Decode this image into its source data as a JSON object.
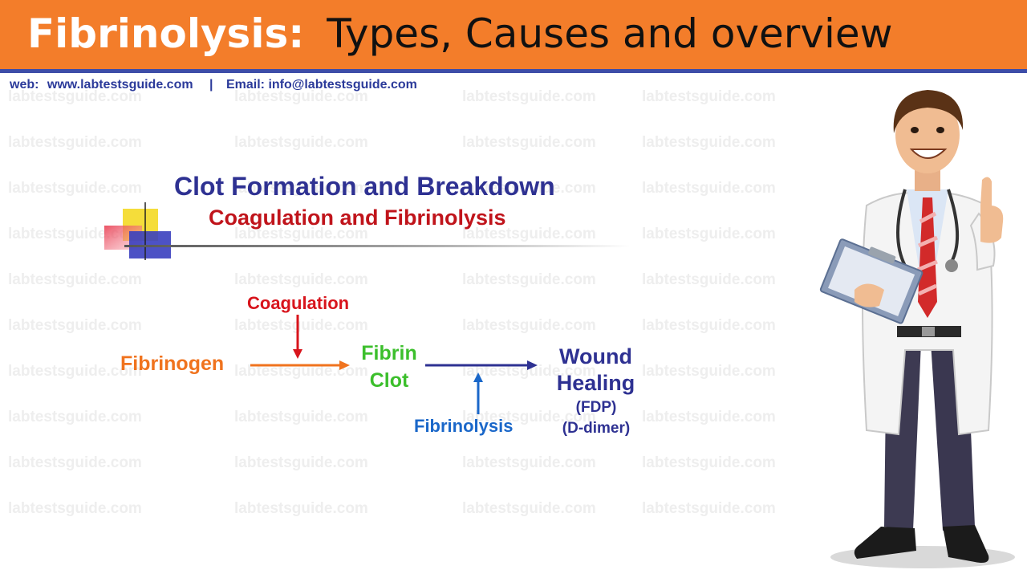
{
  "header": {
    "title_bold": "Fibrinolysis:",
    "title_rest": "Types, Causes and overview",
    "banner_color": "#f37d2a",
    "rule_color": "#3d4da8"
  },
  "contact": {
    "web_label": "web:",
    "web_url": "www.labtestsguide.com",
    "separator": "|",
    "email_label": "Email:",
    "email": "info@labtestsguide.com"
  },
  "watermark": {
    "text": "labtestsguide.com"
  },
  "diagram": {
    "title": "Clot Formation and Breakdown",
    "subtitle": "Coagulation and Fibrinolysis",
    "nodes": {
      "fibrinogen": "Fibrinogen",
      "coagulation": "Coagulation",
      "fibrin_line1": "Fibrin",
      "fibrin_line2": "Clot",
      "wound_line1": "Wound",
      "wound_line2": "Healing",
      "fdp": "(FDP)",
      "d_dimer": "(D-dimer)",
      "fibrinolysis": "Fibrinolysis"
    },
    "colors": {
      "title": "#2e3192",
      "subtitle": "#c0141b",
      "fibrinogen": "#f0731e",
      "coagulation": "#d8141c",
      "fibrin": "#3cbf2c",
      "wound": "#2e3192",
      "fibrinolysis": "#1a67c9"
    }
  },
  "illustration": {
    "subject": "doctor-thumbs-up-with-clipboard"
  }
}
